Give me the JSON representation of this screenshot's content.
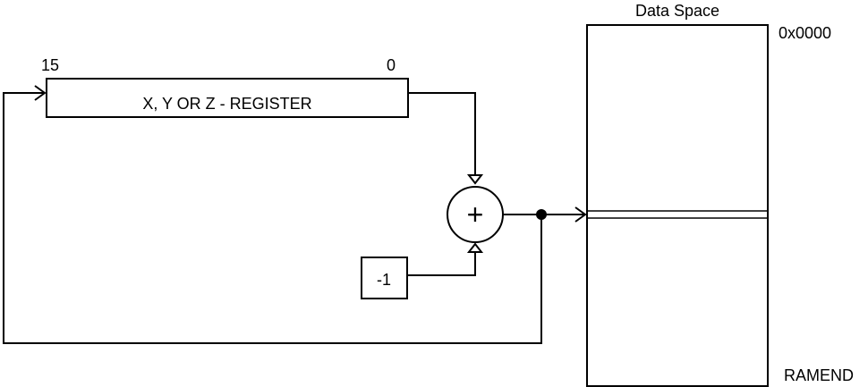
{
  "register": {
    "label": "X, Y OR Z - REGISTER",
    "msb_label": "15",
    "lsb_label": "0"
  },
  "adder": {
    "symbol": "+"
  },
  "decrement": {
    "label": "-1"
  },
  "memory": {
    "title": "Data Space",
    "top_address": "0x0000",
    "bottom_address": "RAMEND"
  }
}
